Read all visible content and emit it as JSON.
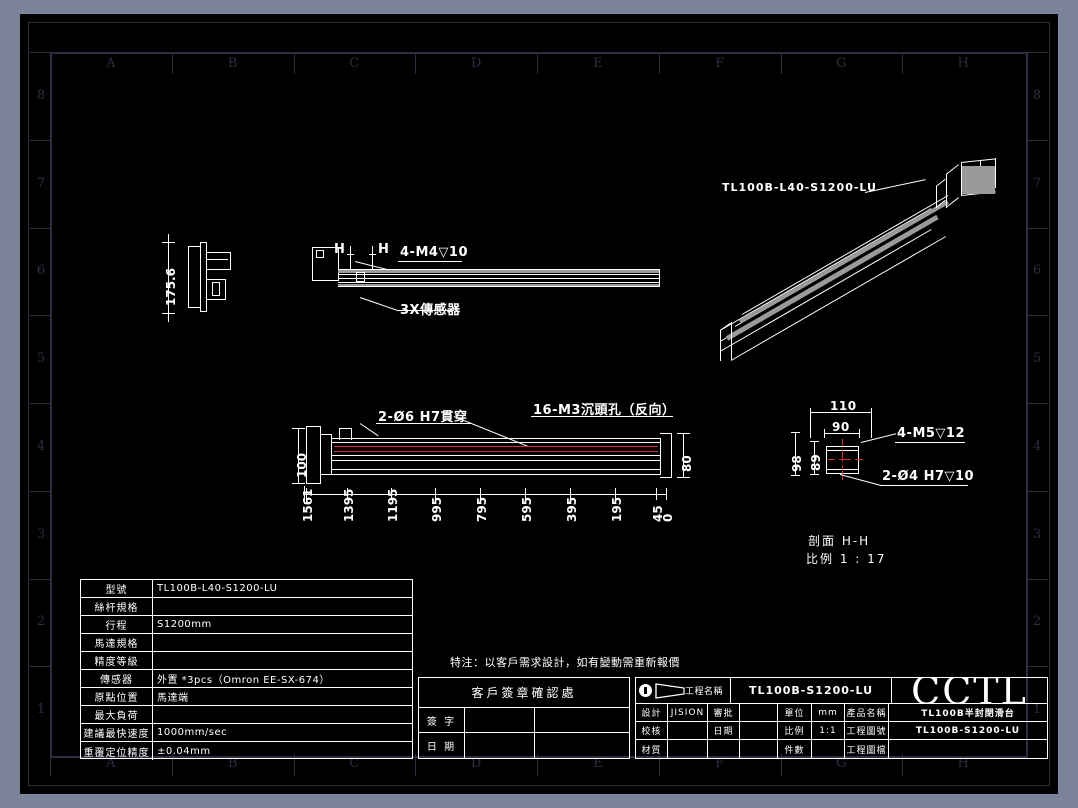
{
  "sheet": {
    "grid_letters": [
      "A",
      "B",
      "C",
      "D",
      "E",
      "F",
      "G",
      "H"
    ],
    "grid_numbers": [
      "8",
      "7",
      "6",
      "5",
      "4",
      "3",
      "2",
      "1"
    ]
  },
  "views": {
    "iso_label": "TL100B-L40-S1200-LU",
    "top_view": {
      "section_mark_left": "H",
      "section_mark_right": "H",
      "note_tapped_holes": "4-M4▽10",
      "note_sensors": "3X傳感器"
    },
    "side_view": {
      "height_dim": "175.6"
    },
    "front_view": {
      "note_dowel": "2-Ø6 H7貫穿",
      "note_counterbore": "16-M3沉頭孔（反向）",
      "height_dim_left": "100",
      "height_dim_right": "80",
      "chain_dims": [
        "1561",
        "1395",
        "1195",
        "995",
        "795",
        "595",
        "395",
        "195",
        "45",
        "0"
      ]
    },
    "section_view": {
      "dim_width_outer": "110",
      "dim_width_inner": "90",
      "dim_height_outer": "98",
      "dim_height_inner": "89",
      "note_tapped": "4-M5▽12",
      "note_dowel": "2-Ø4 H7▽10",
      "caption_line1": "剖面 H-H",
      "caption_line2": "比例 1 : 17"
    }
  },
  "spec_table": {
    "rows": [
      {
        "key": "型號",
        "value": "TL100B-L40-S1200-LU"
      },
      {
        "key": "絲杆規格",
        "value": ""
      },
      {
        "key": "行程",
        "value": "S1200mm"
      },
      {
        "key": "馬達規格",
        "value": ""
      },
      {
        "key": "精度等級",
        "value": ""
      },
      {
        "key": "傳感器",
        "value": "外置 *3pcs（Omron EE-SX-674）"
      },
      {
        "key": "原點位置",
        "value": "馬達端"
      },
      {
        "key": "最大負荷",
        "value": ""
      },
      {
        "key": "建議最快速度",
        "value": "1000mm/sec"
      },
      {
        "key": "重覆定位精度",
        "value": "±0.04mm"
      }
    ]
  },
  "notes": {
    "special": "特注：以客戶需求設計，如有變動需重新報價"
  },
  "sign_block": {
    "title": "客戶簽章確認處",
    "rows": [
      {
        "label": "簽 字",
        "value": ""
      },
      {
        "label": "日 期",
        "value": ""
      }
    ]
  },
  "title_block": {
    "project_label": "工程名稱",
    "project_value": "TL100B-S1200-LU",
    "company": "CCTL",
    "rows": [
      [
        {
          "label": "設計",
          "value": "JISION"
        },
        {
          "label": "審批",
          "value": ""
        },
        {
          "label": "單位",
          "value": "mm"
        },
        {
          "label": "產品名稱",
          "value": "TL100B半封閉滑台"
        }
      ],
      [
        {
          "label": "校核",
          "value": ""
        },
        {
          "label": "日期",
          "value": ""
        },
        {
          "label": "比例",
          "value": "1:1"
        },
        {
          "label": "工程圖號",
          "value": "TL100B-S1200-LU"
        }
      ],
      [
        {
          "label": "材質",
          "value": ""
        },
        {
          "label": "",
          "value": ""
        },
        {
          "label": "件數",
          "value": ""
        },
        {
          "label": "工程圖檔",
          "value": ""
        }
      ]
    ]
  },
  "colors": {
    "background": "#7a8399",
    "sheet": "#000000",
    "line": "#ffffff",
    "frame": "#2b2f40",
    "centerline": "#d03030"
  }
}
